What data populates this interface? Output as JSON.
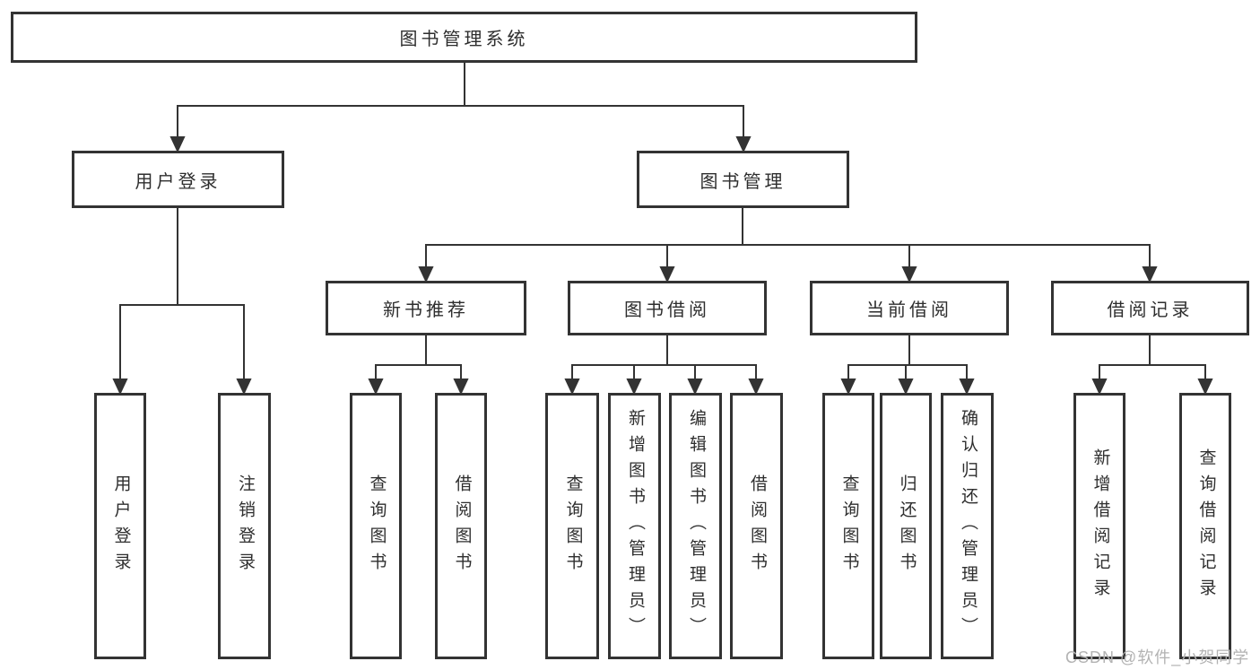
{
  "diagram_title": "图书管理系统",
  "tree": {
    "root": {
      "label": "图书管理系统",
      "children": [
        {
          "label": "用户登录",
          "children": [
            {
              "label": "用户登录"
            },
            {
              "label": "注销登录"
            }
          ]
        },
        {
          "label": "图书管理",
          "children": [
            {
              "label": "新书推荐",
              "children": [
                {
                  "label": "查询图书"
                },
                {
                  "label": "借阅图书"
                }
              ]
            },
            {
              "label": "图书借阅",
              "children": [
                {
                  "label": "查询图书"
                },
                {
                  "label": "新增图书（管理员）"
                },
                {
                  "label": "编辑图书（管理员）"
                },
                {
                  "label": "借阅图书"
                }
              ]
            },
            {
              "label": "当前借阅",
              "children": [
                {
                  "label": "查询图书"
                },
                {
                  "label": "归还图书"
                },
                {
                  "label": "确认归还（管理员）"
                }
              ]
            },
            {
              "label": "借阅记录",
              "children": [
                {
                  "label": "新增借阅记录"
                },
                {
                  "label": "查询借阅记录"
                }
              ]
            }
          ]
        }
      ]
    }
  },
  "watermark": {
    "text": "CSDN @软件_小贺同学"
  },
  "colors": {
    "line": "#333333",
    "box_border": "#333333",
    "text": "#2e2e2e",
    "watermark": "#b3b3b3",
    "background": "#ffffff"
  }
}
